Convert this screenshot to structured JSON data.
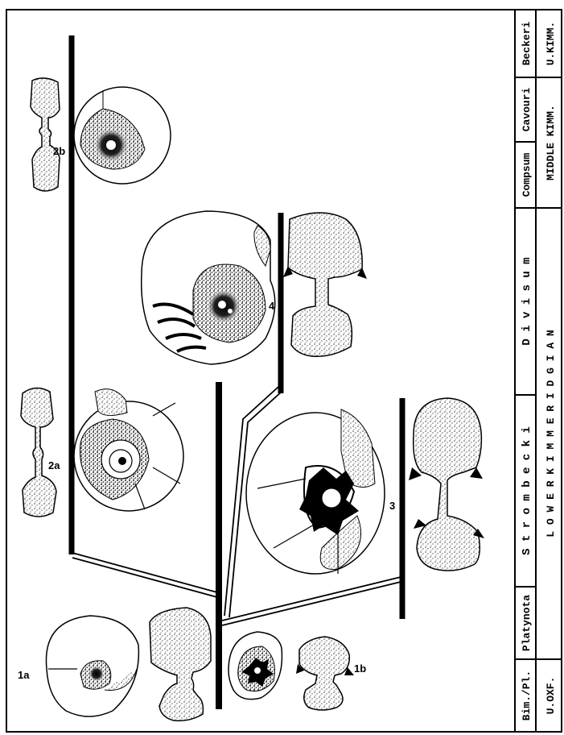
{
  "figure": {
    "specimen_labels": {
      "s1a": "1a",
      "s1b": "1b",
      "s2a": "2a",
      "s2b": "2b",
      "s3": "3",
      "s4": "4"
    },
    "zones": [
      {
        "id": "bim-pl",
        "label": "Bim./Pl."
      },
      {
        "id": "platynota",
        "label": "Platynota"
      },
      {
        "id": "strombecki",
        "label": "S t r o m b e c k i"
      },
      {
        "id": "divisum",
        "label": "D  i  v  i  s  u  m"
      },
      {
        "id": "compsum",
        "label": "Compsum"
      },
      {
        "id": "cavouri",
        "label": "Cavouri"
      },
      {
        "id": "beckeri",
        "label": "Beckeri"
      }
    ],
    "stages": [
      {
        "id": "u-oxf",
        "label": "U.OXF."
      },
      {
        "id": "lower-kimmeridgian",
        "label": "L O W E R   K I M M E R I D G I A N"
      },
      {
        "id": "middle-kimm",
        "label": "MIDDLE KIMM."
      },
      {
        "id": "u-kimm",
        "label": "U.KIMM."
      }
    ],
    "colors": {
      "ink": "#000000",
      "paper": "#ffffff",
      "stipple": "#555555"
    }
  }
}
